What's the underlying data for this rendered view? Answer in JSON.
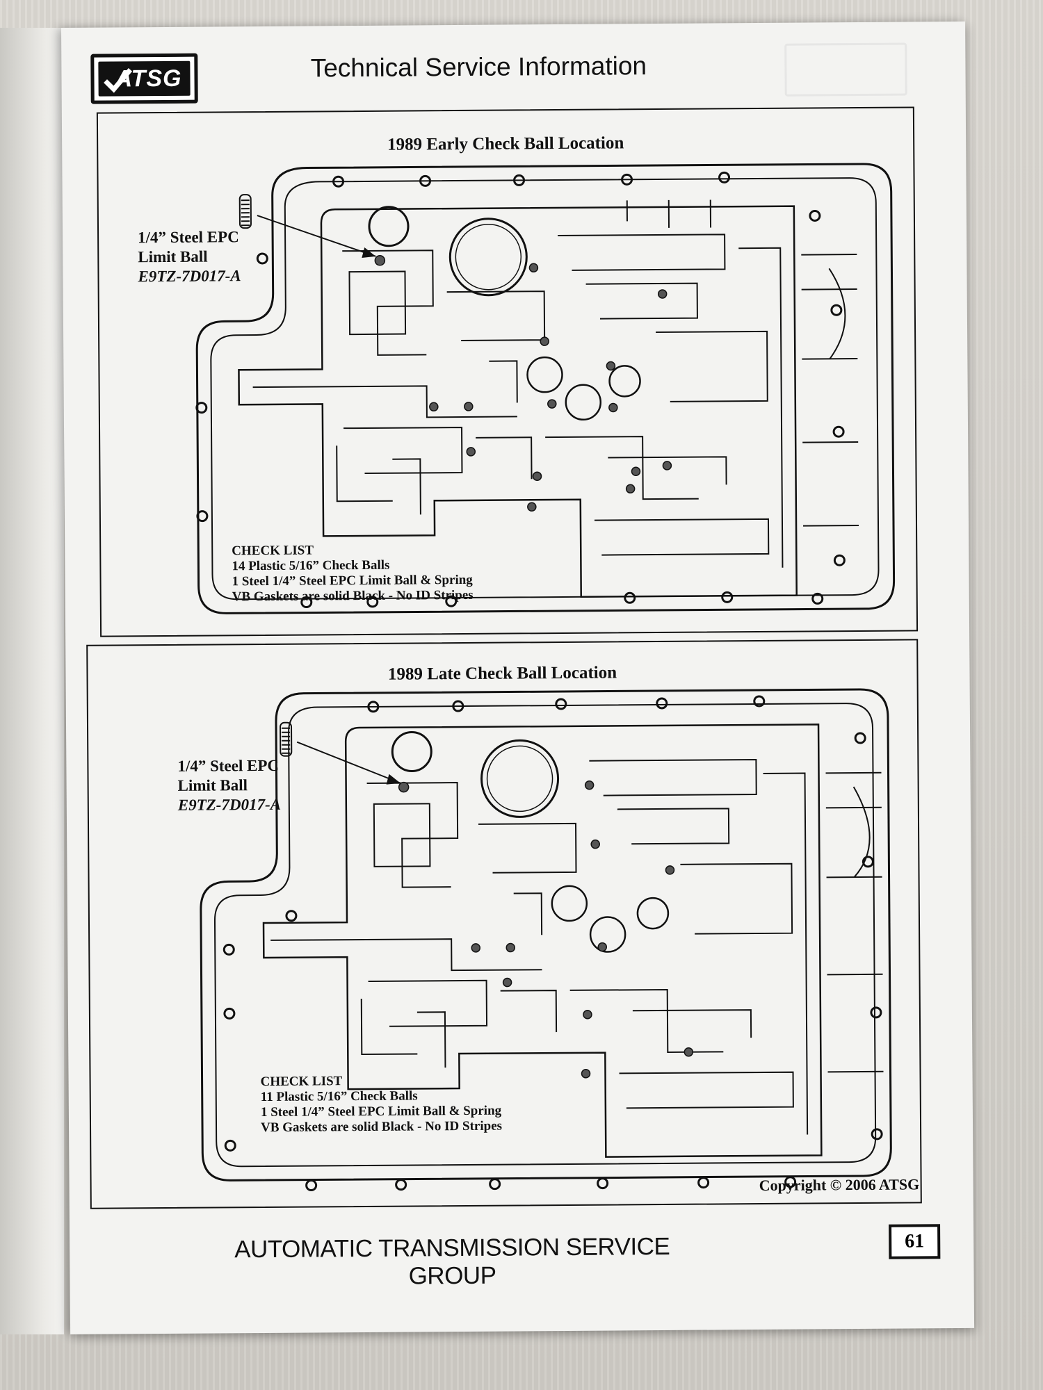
{
  "header": {
    "logo_text": "ATSG",
    "title": "Technical Service Information"
  },
  "panels": [
    {
      "title": "1989 Early Check Ball Location",
      "callout": {
        "line1": "1/4” Steel EPC",
        "line2": "Limit Ball",
        "part_number": "E9TZ-7D017-A"
      },
      "checklist": {
        "heading": "CHECK LIST",
        "items": [
          "14 Plastic 5/16” Check Balls",
          "1 Steel 1/4” Steel EPC Limit Ball & Spring",
          "VB Gaskets are solid Black - No ID Stripes"
        ]
      }
    },
    {
      "title": "1989 Late Check Ball Location",
      "callout": {
        "line1": "1/4” Steel EPC",
        "line2": "Limit Ball",
        "part_number": "E9TZ-7D017-A"
      },
      "checklist": {
        "heading": "CHECK LIST",
        "items": [
          "11 Plastic 5/16” Check Balls",
          "1 Steel 1/4” Steel EPC Limit Ball & Spring",
          "VB Gaskets are solid Black - No ID Stripes"
        ]
      }
    }
  ],
  "copyright": "Copyright © 2006 ATSG",
  "footer": {
    "org": "AUTOMATIC TRANSMISSION SERVICE GROUP",
    "page_number": "61"
  }
}
